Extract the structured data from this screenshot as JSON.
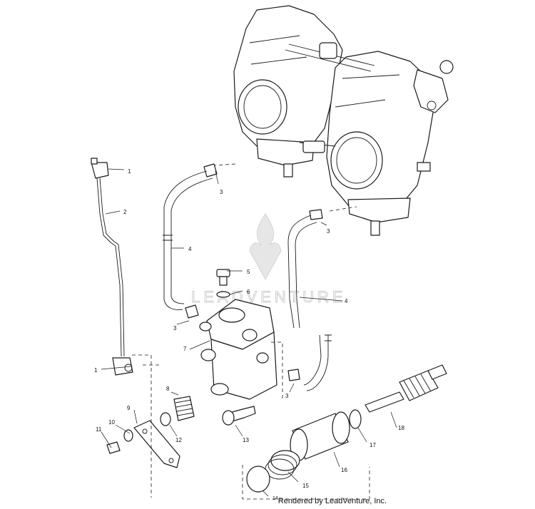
{
  "watermark": {
    "text": "LEADVENTURE"
  },
  "callouts": {
    "c1a": "1",
    "c1b": "1",
    "c2": "2",
    "c3a": "3",
    "c3b": "3",
    "c3c": "3",
    "c3d": "3",
    "c4a": "4",
    "c4b": "4",
    "c5": "5",
    "c6": "6",
    "c7": "7",
    "c8": "8",
    "c9": "9",
    "c10": "10",
    "c11": "11",
    "c12": "12",
    "c13": "13",
    "c15": "15",
    "c16": "16",
    "c17": "17",
    "c18": "18"
  },
  "footer": {
    "superscript": "14",
    "text": "Rendered by LeadVenture, Inc."
  }
}
